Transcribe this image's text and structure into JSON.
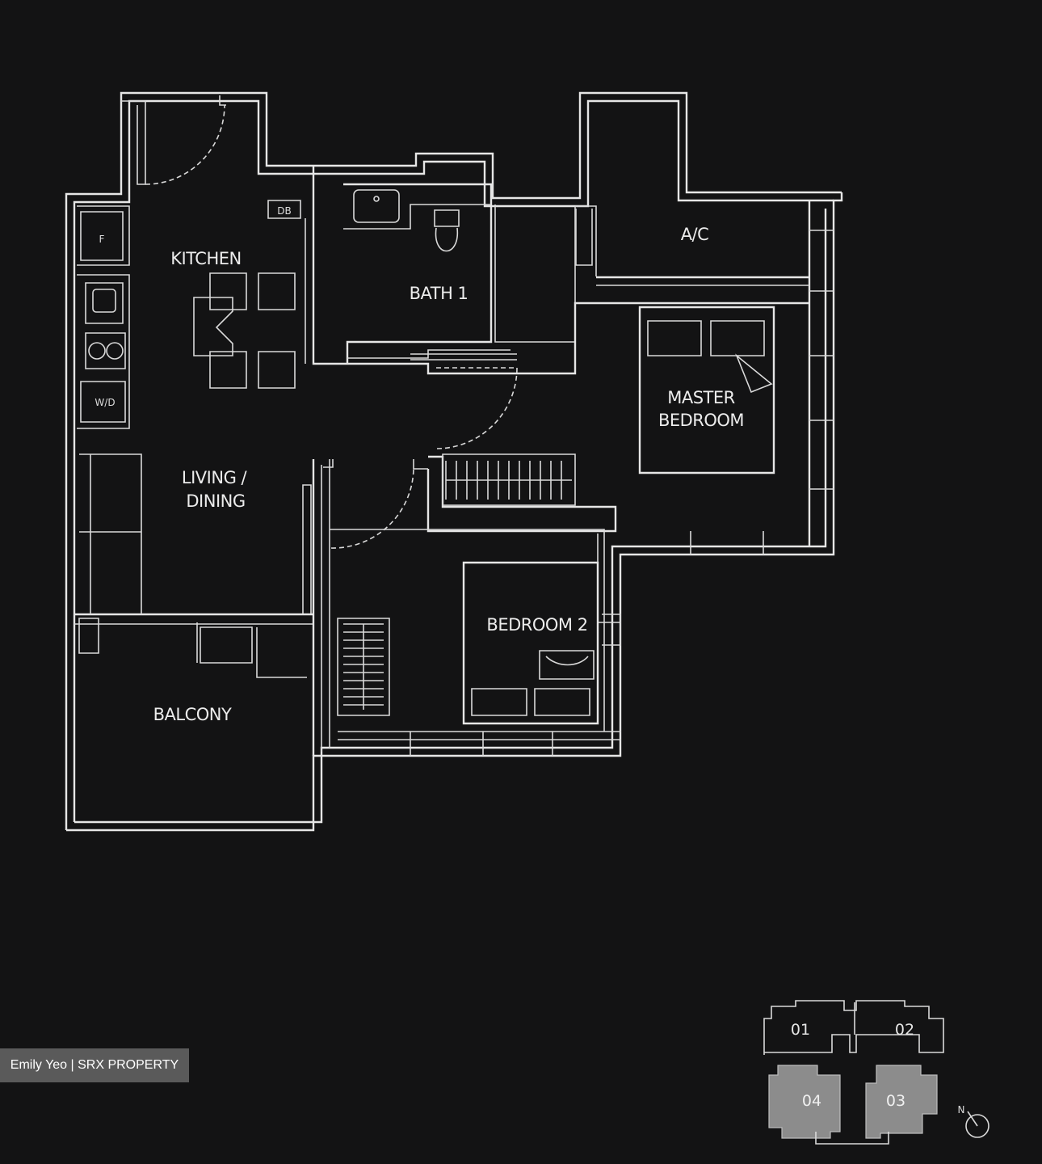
{
  "rooms": {
    "kitchen": "KITCHEN",
    "bath1": "BATH 1",
    "ac": "A/C",
    "master_bedroom_line1": "MASTER",
    "master_bedroom_line2": "BEDROOM",
    "living_line1": "LIVING /",
    "living_line2": "DINING",
    "bedroom2": "BEDROOM 2",
    "balcony": "BALCONY"
  },
  "fixtures": {
    "fridge": "F",
    "washer_dryer": "W/D",
    "db": "DB"
  },
  "key_plan": {
    "units": [
      {
        "label": "01",
        "highlighted": false
      },
      {
        "label": "02",
        "highlighted": false
      },
      {
        "label": "04",
        "highlighted": true
      },
      {
        "label": "03",
        "highlighted": true
      }
    ],
    "north": "N"
  },
  "watermark": "Emily Yeo | SRX PROPERTY",
  "colors": {
    "background": "#131314",
    "lines": "#e6e6e6",
    "highlight_unit": "#8c8c8c",
    "watermark_bg": "#5a5a5a"
  }
}
